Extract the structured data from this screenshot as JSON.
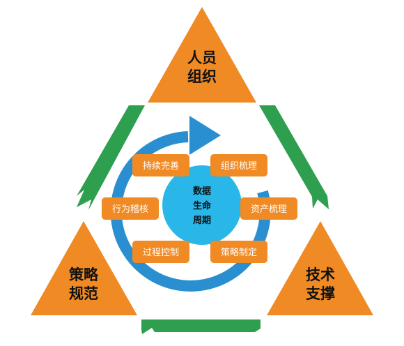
{
  "triangles": {
    "top": {
      "line1": "人员",
      "line2": "组织"
    },
    "left": {
      "line1": "策略",
      "line2": "规范"
    },
    "right": {
      "line1": "技术",
      "line2": "支撑"
    }
  },
  "center": {
    "line1": "数据",
    "line2": "生命",
    "line3": "周期"
  },
  "steps": {
    "org_sort": "组织梳理",
    "asset_sort": "资产梳理",
    "strategy": "策略制定",
    "process": "过程控制",
    "audit": "行为稽核",
    "improve": "持续完善"
  },
  "colors": {
    "triangle": "#f08a24",
    "arrow_green": "#2e9e4f",
    "ring_blue": "#2a8fd0",
    "center_circle": "#29b6e8",
    "step_box": "#f08a24"
  }
}
